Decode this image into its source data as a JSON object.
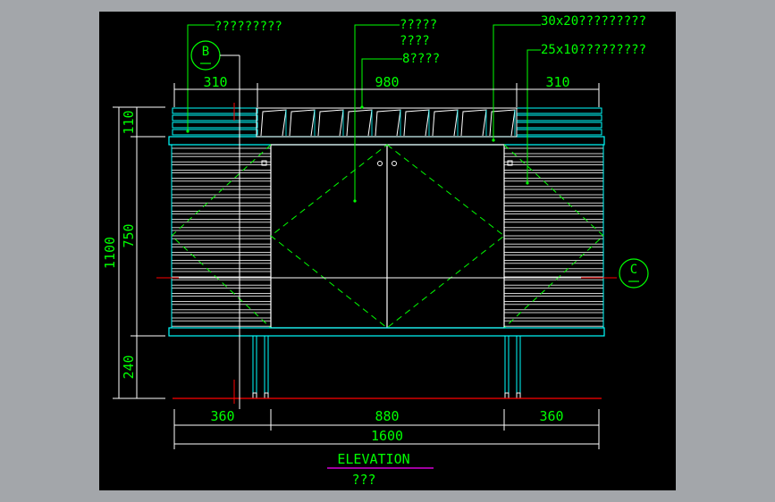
{
  "colors": {
    "window_bg": "#a3a6aa",
    "canvas_bg": "#000000",
    "cyan": "#00ffff",
    "green": "#00ff00",
    "white": "#ffffff",
    "red": "#ff0000",
    "magenta": "#ff00ff"
  },
  "callouts": {
    "top_left": "?????????",
    "top_center_line1": "?????",
    "top_center_line2": "????",
    "top_center_line3": "8????",
    "top_right_line1": "30x20?????????",
    "top_right_line2": "25x10?????????"
  },
  "section_markers": {
    "left": "B",
    "right": "C"
  },
  "dimensions": {
    "top": [
      "310",
      "980",
      "310"
    ],
    "left_outer": "1100",
    "left_parts": [
      "110",
      "750",
      "240"
    ],
    "bottom_parts": [
      "360",
      "880",
      "360"
    ],
    "bottom_total": "1600"
  },
  "title": {
    "main": "ELEVATION",
    "sub": "???"
  }
}
